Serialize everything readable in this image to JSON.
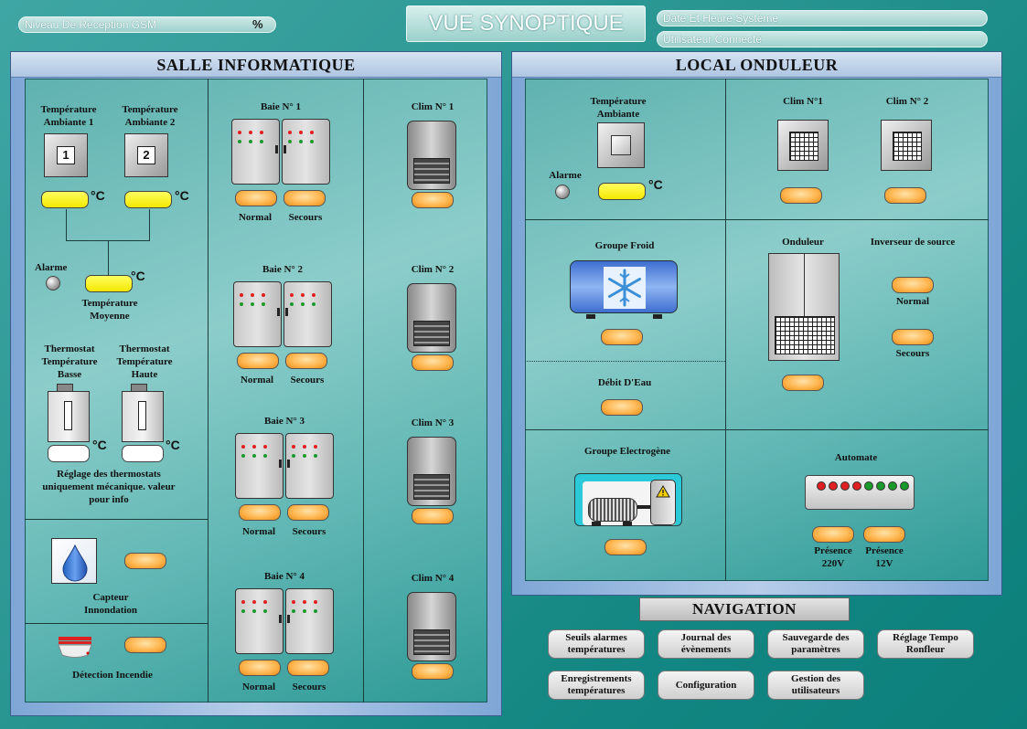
{
  "top": {
    "gsm_label": "Niveau De Réception GSM",
    "gsm_unit": "%",
    "title": "VUE SYNOPTIQUE",
    "datetime_label": "Date Et Heure Système",
    "user_label": "Utilisateur Connecté"
  },
  "salle": {
    "header": "SALLE INFORMATIQUE",
    "temp1_label": "Température Ambiante 1",
    "temp2_label": "Température Ambiante 2",
    "sensor1": "1",
    "sensor2": "2",
    "unit": "°C",
    "alarme": "Alarme",
    "temp_moy": "Température Moyenne",
    "thermo_basse": "Thermostat Température Basse",
    "thermo_haute": "Thermostat Température Haute",
    "thermo_note": "Réglage des thermostats uniquement mécanique. valeur pour info",
    "capteur": "Capteur Innondation",
    "detection": "Détection Incendie",
    "baies": [
      {
        "label": "Baie N° 1",
        "normal": "Normal",
        "secours": "Secours"
      },
      {
        "label": "Baie N° 2",
        "normal": "Normal",
        "secours": "Secours"
      },
      {
        "label": "Baie N° 3",
        "normal": "Normal",
        "secours": "Secours"
      },
      {
        "label": "Baie N° 4",
        "normal": "Normal",
        "secours": "Secours"
      }
    ],
    "clims": [
      "Clim N° 1",
      "Clim N° 2",
      "Clim N° 3",
      "Clim N° 4"
    ]
  },
  "local": {
    "header": "LOCAL ONDULEUR",
    "temp_amb": "Température Ambiante",
    "alarme": "Alarme",
    "unit": "°C",
    "clim1": "Clim N°1",
    "clim2": "Clim N° 2",
    "groupe_froid": "Groupe Froid",
    "debit": "Débit D'Eau",
    "onduleur": "Onduleur",
    "inverseur": "Inverseur de source",
    "normal": "Normal",
    "secours": "Secours",
    "groupe_elec": "Groupe Electrogène",
    "automate": "Automate",
    "presence220": "Présence 220V",
    "presence12": "Présence 12V"
  },
  "navigation": {
    "title": "NAVIGATION",
    "buttons": [
      "Seuils alarmes températures",
      "Journal des évènements",
      "Sauvegarde des paramètres",
      "Réglage Tempo Ronfleur",
      "Enregistrements températures",
      "Configuration",
      "Gestion des utilisateurs"
    ]
  },
  "colors": {
    "background": "#2a9692",
    "value_yellow": "#f4e800",
    "status_orange": "#ffb650",
    "led_red": "#e02020",
    "led_green": "#1a9a2a"
  }
}
